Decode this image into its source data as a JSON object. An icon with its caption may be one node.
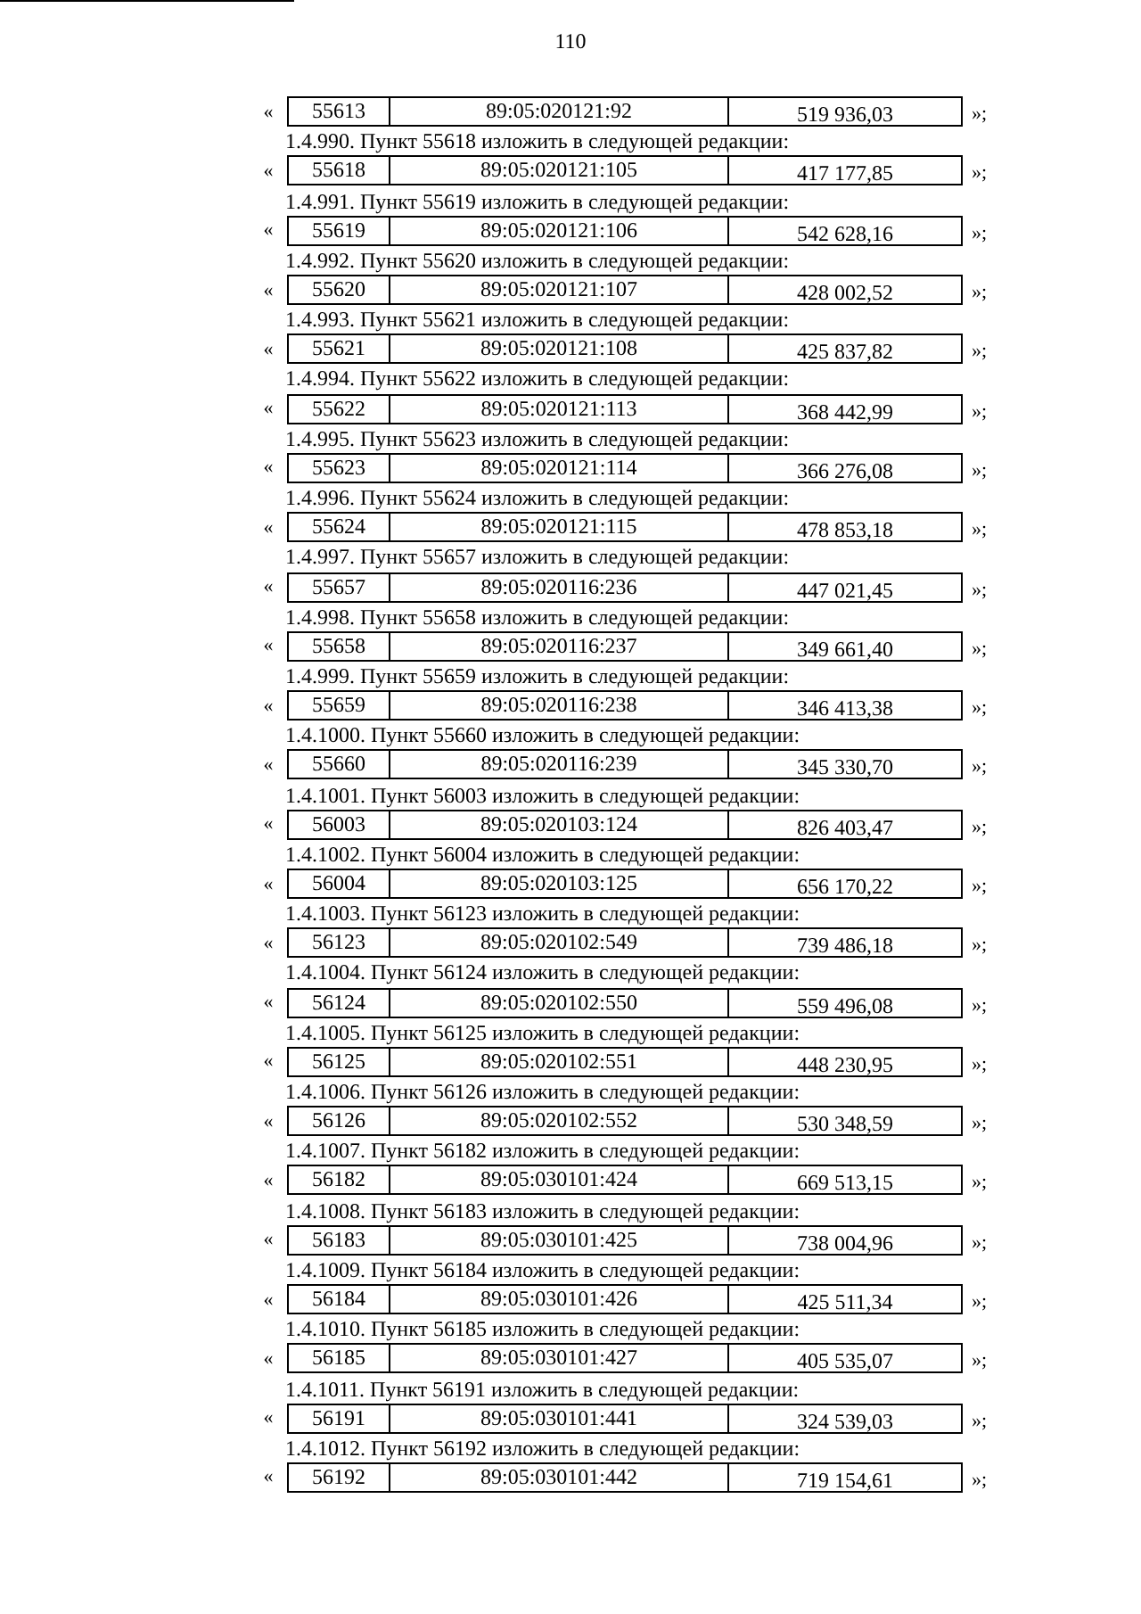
{
  "diagram": {
    "labels": [
      "110",
      "«",
      "55613",
      "89:05:020121:92",
      "519 936,03",
      "»;",
      "1.4.990. Пункт 55618 изложить в следующей редакции:",
      "«",
      "55618",
      "89:05:020121:105",
      "417 177,85",
      "»;",
      "1.4.991. Пункт 55619 изложить в следующей редакции:",
      "«",
      "55619",
      "89:05:020121:106",
      "542 628,16",
      "»;",
      "1.4.992. Пункт 55620 изложить в следующей редакции:",
      "«",
      "55620",
      "89:05:020121:107",
      "428 002,52",
      "»;",
      "1.4.993. Пункт 55621 изложить в следующей редакции:",
      "«",
      "55621",
      "89:05:020121:108",
      "425 837,82",
      "»;",
      "1.4.994. Пункт 55622 изложить в следующей редакции:",
      "«",
      "55622",
      "89:05:020121:113",
      "368 442,99",
      "»;",
      "1.4.995. Пункт 55623 изложить в следующей редакции:",
      "«",
      "55623",
      "89:05:020121:114",
      "366 276,08",
      "»;",
      "1.4.996. Пункт 55624 изложить в следующей редакции:",
      "«",
      "55624",
      "89:05:020121:115",
      "478 853,18",
      "»;",
      "1.4.997. Пункт 55657 изложить в следующей редакции:",
      "«",
      "55657",
      "89:05:020116:236",
      "447 021,45",
      "»;",
      "1.4.998. Пункт 55658 изложить в следующей редакции:",
      "«",
      "55658",
      "89:05:020116:237",
      "349 661,40",
      "»;",
      "1.4.999. Пункт 55659 изложить в следующей редакции:",
      "«",
      "55659",
      "89:05:020116:238",
      "346 413,38",
      "»;",
      "1.4.1000. Пункт 55660 изложить в следующей редакции:",
      "«",
      "55660",
      "89:05:020116:239",
      "345 330,70",
      "»;",
      "1.4.1001. Пункт 56003 изложить в следующей редакции:",
      "«",
      "56003",
      "89:05:020103:124",
      "826 403,47",
      "»;",
      "1.4.1002. Пункт 56004 изложить в следующей редакции:",
      "«",
      "56004",
      "89:05:020103:125",
      "656 170,22",
      "»;",
      "1.4.1003. Пункт 56123 изложить в следующей редакции:",
      "«",
      "56123",
      "89:05:020102:549",
      "739 486,18",
      "»;",
      "1.4.1004. Пункт 56124 изложить в следующей редакции:",
      "«",
      "56124",
      "89:05:020102:550",
      "559 496,08",
      "»;",
      "1.4.1005. Пункт 56125 изложить в следующей редакции:",
      "«",
      "56125",
      "89:05:020102:551",
      "448 230,95",
      "»;",
      "1.4.1006. Пункт 56126 изложить в следующей редакции:",
      "«",
      "56126",
      "89:05:020102:552",
      "530 348,59",
      "»;",
      "1.4.1007. Пункт 56182 изложить в следующей редакции:",
      "«",
      "56182",
      "89:05:030101:424",
      "669 513,15",
      "»;",
      "1.4.1008. Пункт 56183 изложить в следующей редакции:",
      "«",
      "56183",
      "89:05:030101:425",
      "738 004,96",
      "»;",
      "1.4.1009. Пункт 56184 изложить в следующей редакции:",
      "«",
      "56184",
      "89:05:030101:426",
      "425 511,34",
      "»;",
      "1.4.1010. Пункт 56185 изложить в следующей редакции:",
      "«",
      "56185",
      "89:05:030101:427",
      "405 535,07",
      "»;",
      "1.4.1011. Пункт 56191 изложить в следующей редакции:",
      "«",
      "56191",
      "89:05:030101:441",
      "324 539,03",
      "»;",
      "1.4.1012. Пункт 56192 изложить в следующей редакции:",
      "«",
      "56192",
      "89:05:030101:442",
      "719 154,61",
      "»;"
    ]
  }
}
